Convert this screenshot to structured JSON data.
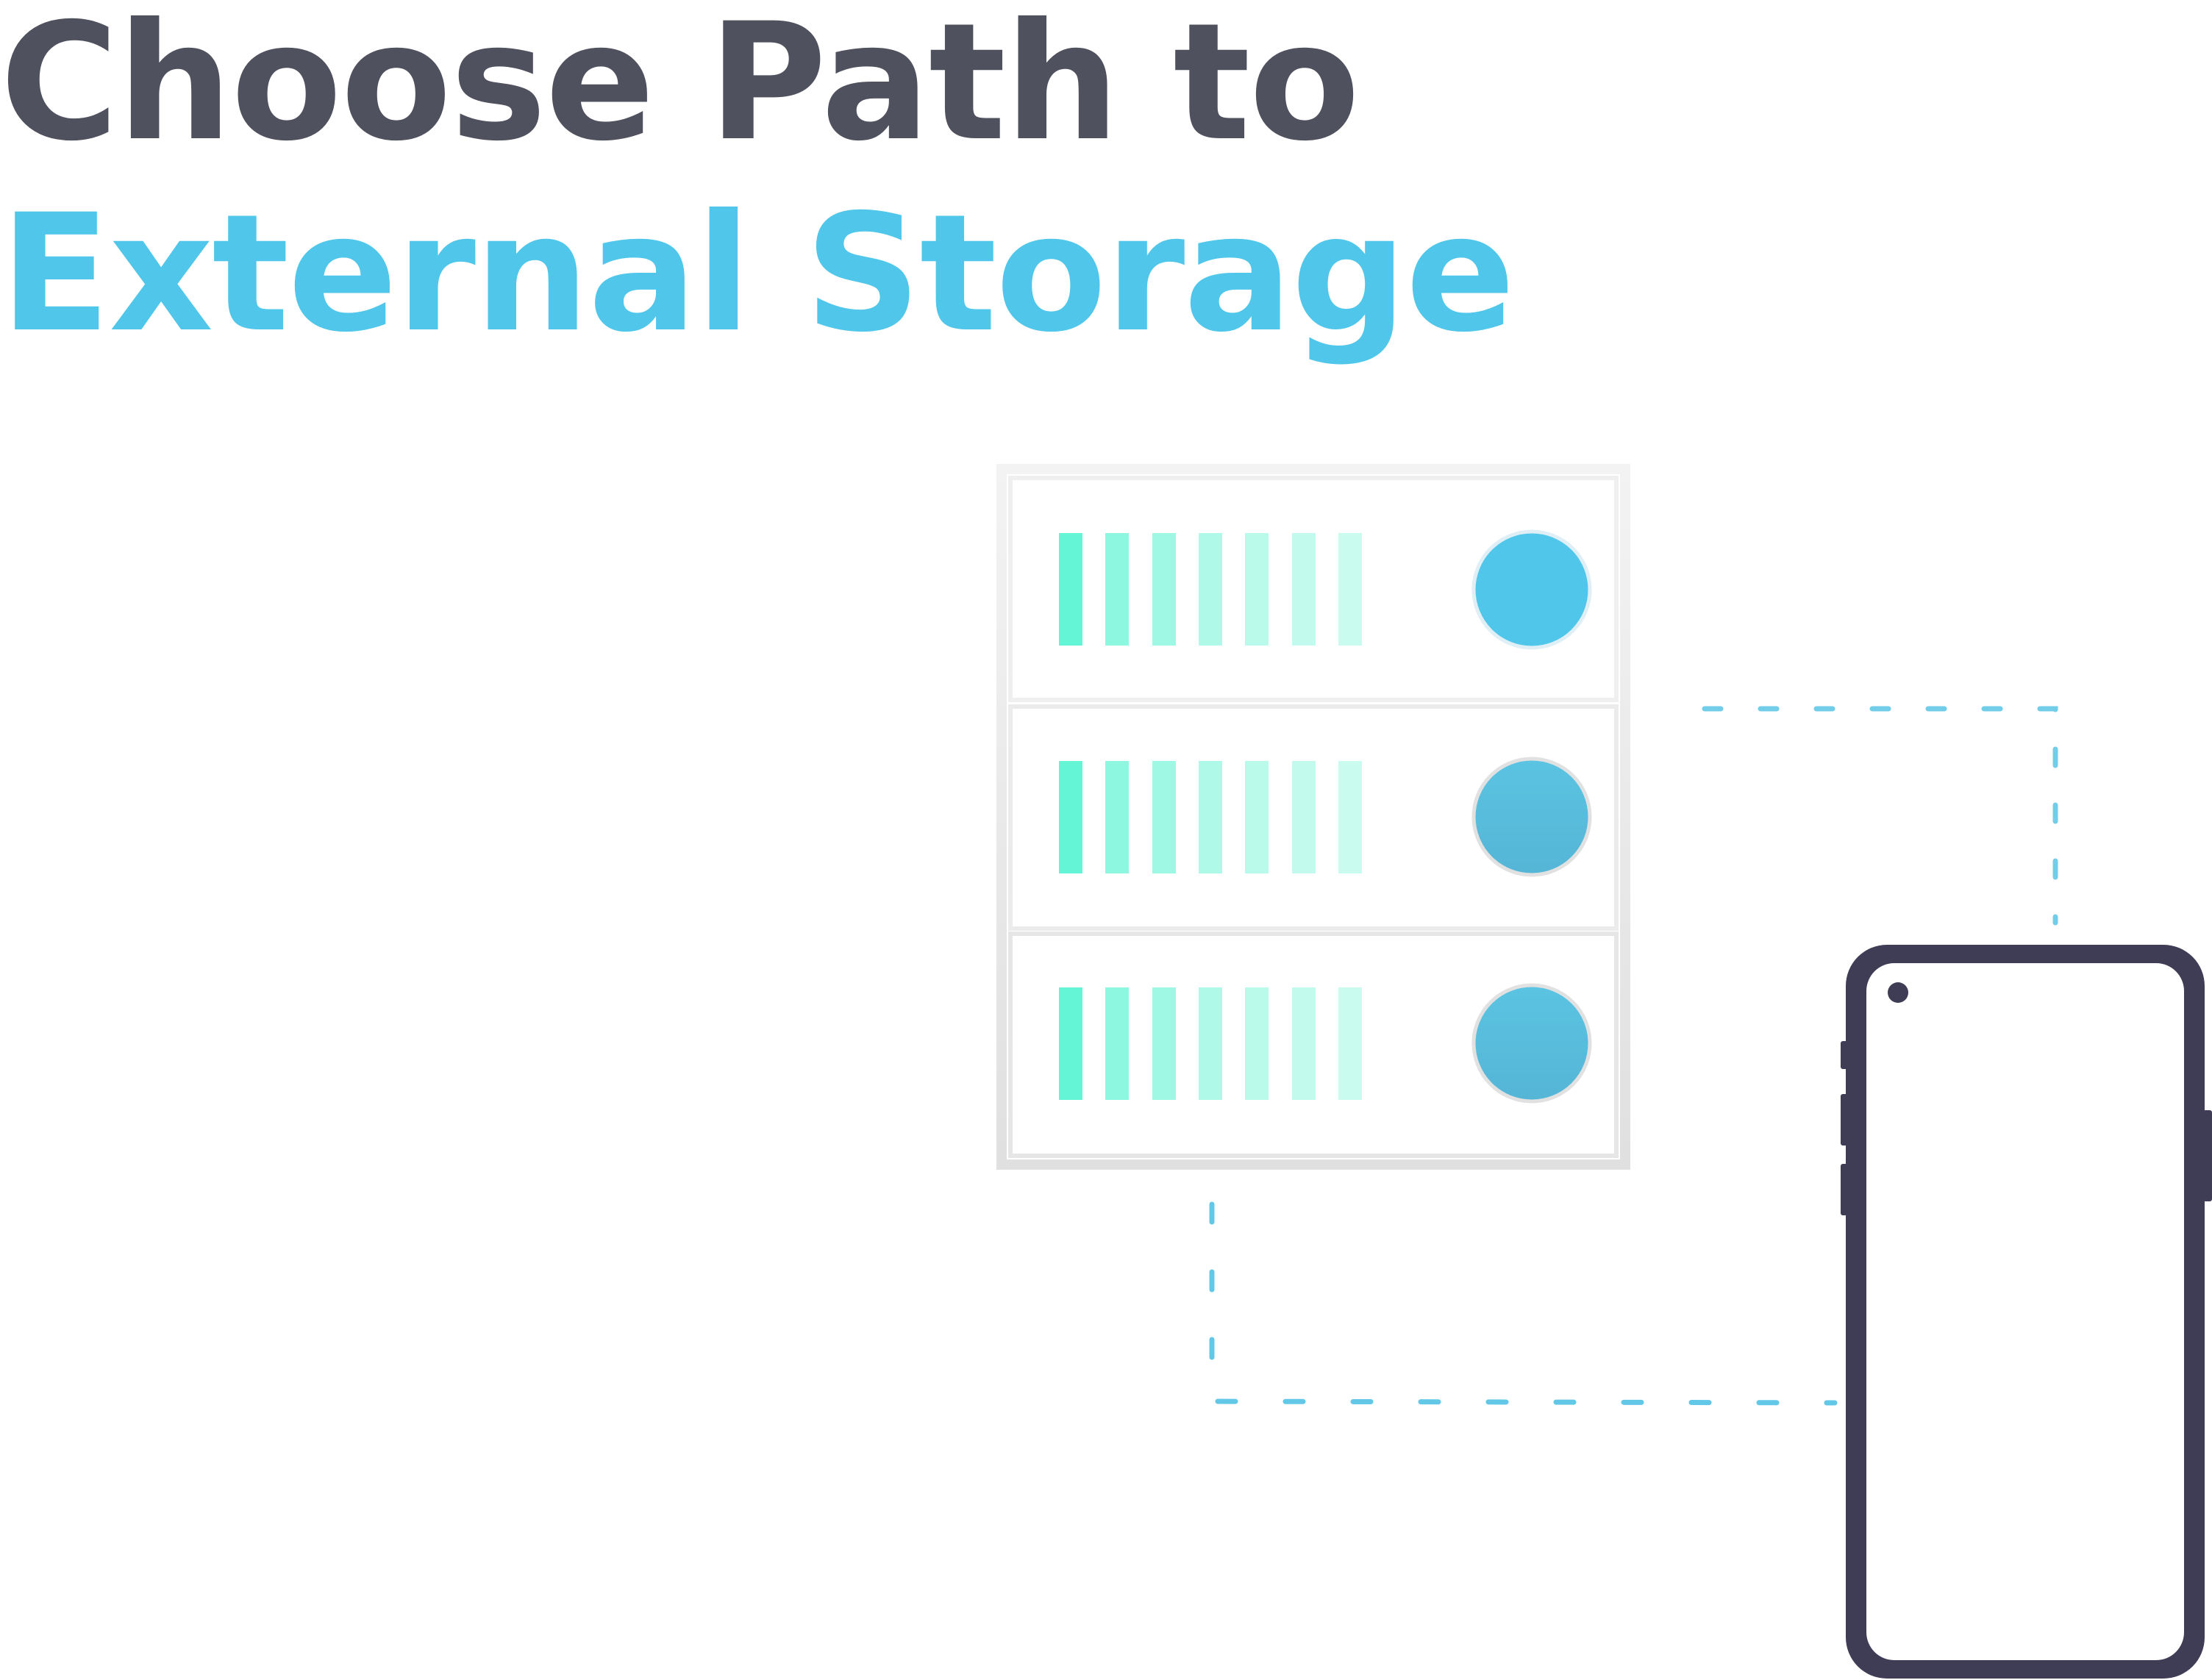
{
  "title": {
    "line1": "Choose Path to",
    "line2": "External Storage"
  },
  "colors": {
    "title_dark": "#50515f",
    "title_accent": "#50c7ea",
    "rack_frame": "#eeeeee",
    "indicator_top": "#50c7ea",
    "indicator_lower": "#56bcdc",
    "bar_green": "#64f5d4",
    "connector": "#65c9e8",
    "phone_outline": "#3f3d55"
  },
  "illustration": {
    "server_rack": {
      "icon": "server-rack-icon",
      "units": [
        {
          "name": "server-unit-1",
          "indicator": "status-indicator"
        },
        {
          "name": "server-unit-2",
          "indicator": "status-indicator"
        },
        {
          "name": "server-unit-3",
          "indicator": "status-indicator"
        }
      ]
    },
    "phone": {
      "icon": "smartphone-icon"
    },
    "connectors": [
      "dashed-connector-top",
      "dashed-connector-bottom"
    ]
  }
}
